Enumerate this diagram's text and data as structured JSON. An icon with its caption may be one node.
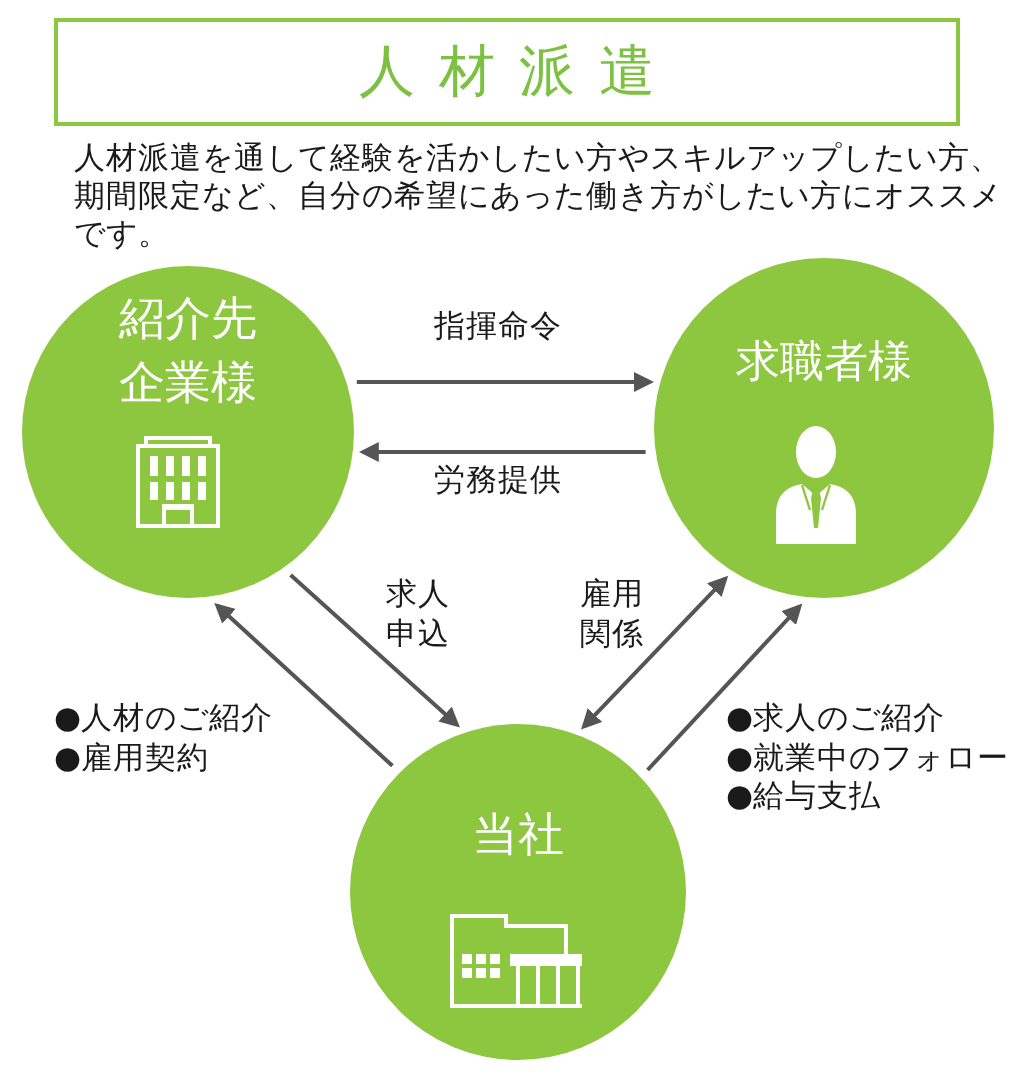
{
  "diagram": {
    "title": "人材派遣",
    "nodes": [
      {
        "text": [
          "紹介先企業様"
        ]
      },
      {
        "text": [
          "求職者様"
        ]
      },
      {
        "text": [
          "当社"
        ]
      }
    ],
    "edges": [
      {
        "from": 0,
        "to": 1,
        "arrow": "to",
        "label": "指揮命令"
      },
      {
        "from": 1,
        "to": 0,
        "arrow": "to",
        "label": "労務提供"
      },
      {
        "from": 0,
        "to": 2,
        "arrow": "to",
        "label": "求人申込"
      },
      {
        "from": 2,
        "to": 0,
        "arrow": "to"
      },
      {
        "from": 2,
        "to": 1,
        "arrow": "both",
        "label": "雇用関係"
      },
      {
        "from": 2,
        "to": 1,
        "arrow": "to"
      }
    ],
    "labels": [
      "人材派遣を通して経験を活かしたい方やスキルアップしたい方、期間限定など、自分の希望にあった働き方がしたい方にオススメです。",
      "●人材のご紹介",
      "●雇用契約",
      "●求人のご紹介",
      "●就業中のフォロー",
      "●給与支払"
    ]
  }
}
